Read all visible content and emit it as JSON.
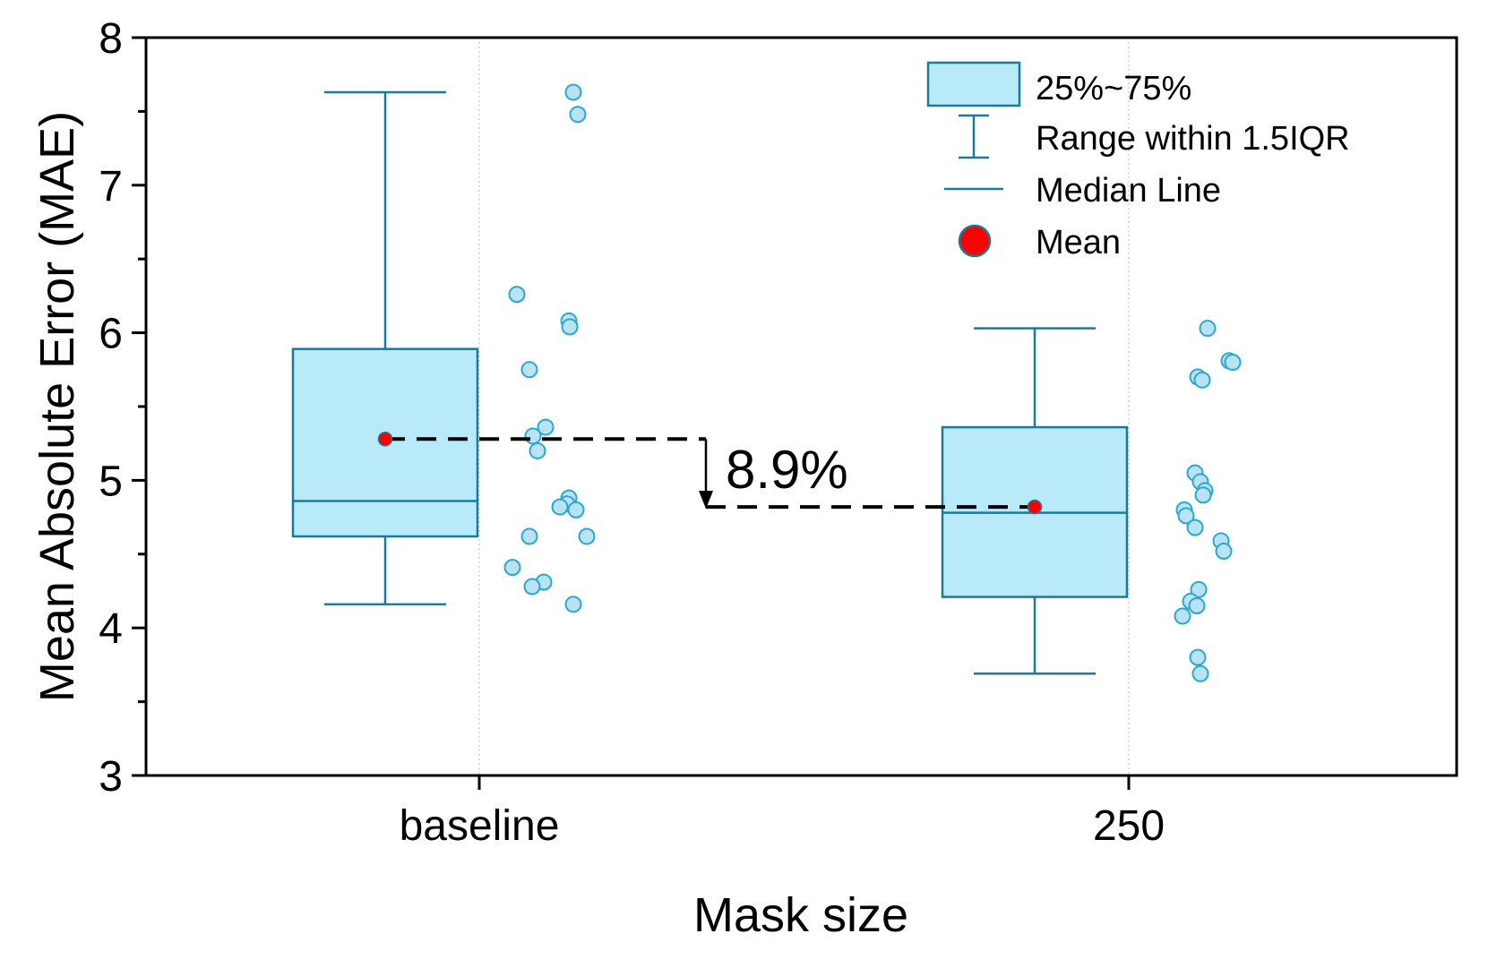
{
  "chart_data": {
    "type": "box",
    "title": "",
    "xlabel": "Mask size",
    "ylabel": "Mean Absolute Error (MAE)",
    "ylim": [
      3,
      8
    ],
    "yticks": [
      "3",
      "4",
      "5",
      "6",
      "7",
      "8"
    ],
    "categories": [
      "baseline",
      "250"
    ],
    "boxes": [
      {
        "category": "baseline",
        "whisker_low": 4.16,
        "q1": 4.62,
        "median": 4.86,
        "q3": 5.89,
        "whisker_high": 7.63,
        "mean": 5.28,
        "points": [
          7.63,
          7.48,
          6.26,
          6.08,
          6.04,
          5.75,
          5.36,
          5.3,
          5.2,
          4.88,
          4.84,
          4.82,
          4.8,
          4.62,
          4.62,
          4.41,
          4.31,
          4.28,
          4.16
        ]
      },
      {
        "category": "250",
        "whisker_low": 3.69,
        "q1": 4.21,
        "median": 4.78,
        "q3": 5.36,
        "whisker_high": 6.03,
        "mean": 4.82,
        "points": [
          6.03,
          5.81,
          5.8,
          5.7,
          5.68,
          5.05,
          4.99,
          4.93,
          4.9,
          4.8,
          4.76,
          4.68,
          4.59,
          4.52,
          4.26,
          4.18,
          4.15,
          4.08,
          3.8,
          3.69
        ]
      }
    ],
    "legend": {
      "placement": "top-right",
      "entries": [
        "25%~75%",
        "Range within 1.5IQR",
        "Median Line",
        "Mean"
      ]
    },
    "annotation": {
      "text": "8.9%"
    },
    "grid": "vertical dotted lines at categories",
    "colors": {
      "box_fill": "#b9eaf9",
      "box_stroke": "#1a7a9a",
      "point_fill": "#b9e3f3",
      "point_stroke": "#2aa6d6",
      "mean_fill": "#ff0000",
      "axis": "#000000"
    }
  }
}
